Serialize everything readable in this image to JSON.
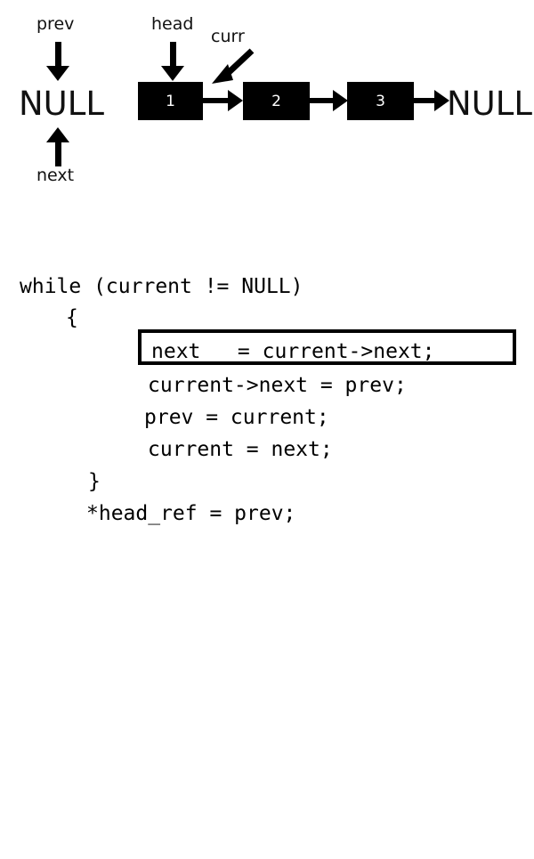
{
  "diagram": {
    "left_group": {
      "top_label": "prev",
      "value": "NULL",
      "bottom_label": "next",
      "top_arrow_icon": "arrow-down-icon",
      "bottom_arrow_icon": "arrow-up-icon"
    },
    "pointer_labels": {
      "head": "head",
      "curr": "curr",
      "head_arrow_icon": "arrow-down-icon",
      "curr_arrow_icon": "arrow-diagonal-down-left-icon"
    },
    "nodes": [
      {
        "value": "1"
      },
      {
        "value": "2"
      },
      {
        "value": "3"
      }
    ],
    "tail_value": "NULL",
    "link_arrow_icon": "arrow-right-icon",
    "colors": {
      "node_fill": "#000000",
      "node_text": "#ffffff",
      "stroke": "#000000",
      "background": "#ffffff"
    }
  },
  "code": {
    "language": "c",
    "lines": [
      {
        "text": "while (current != NULL)",
        "indent": 0,
        "highlighted": false
      },
      {
        "text": "{",
        "indent": 4,
        "highlighted": false
      },
      {
        "text": "next   = current->next;",
        "indent": 8,
        "highlighted": true
      },
      {
        "text": "current->next = prev;",
        "indent": 7,
        "highlighted": false
      },
      {
        "text": "prev = current;",
        "indent": 7,
        "highlighted": false
      },
      {
        "text": "current = next;",
        "indent": 7,
        "highlighted": false
      },
      {
        "text": "}",
        "indent": 4,
        "highlighted": false
      },
      {
        "text": "*head_ref = prev;",
        "indent": 4,
        "highlighted": false
      }
    ],
    "line_while": "while (current != NULL)",
    "line_open_brace": "{",
    "line_highlighted": "next   = current->next;",
    "line_current_next": "current->next = prev;",
    "line_prev_current": "prev = current;",
    "line_current_next_var": "current = next;",
    "line_close_brace": "}",
    "line_head_ref": "*head_ref = prev;"
  }
}
